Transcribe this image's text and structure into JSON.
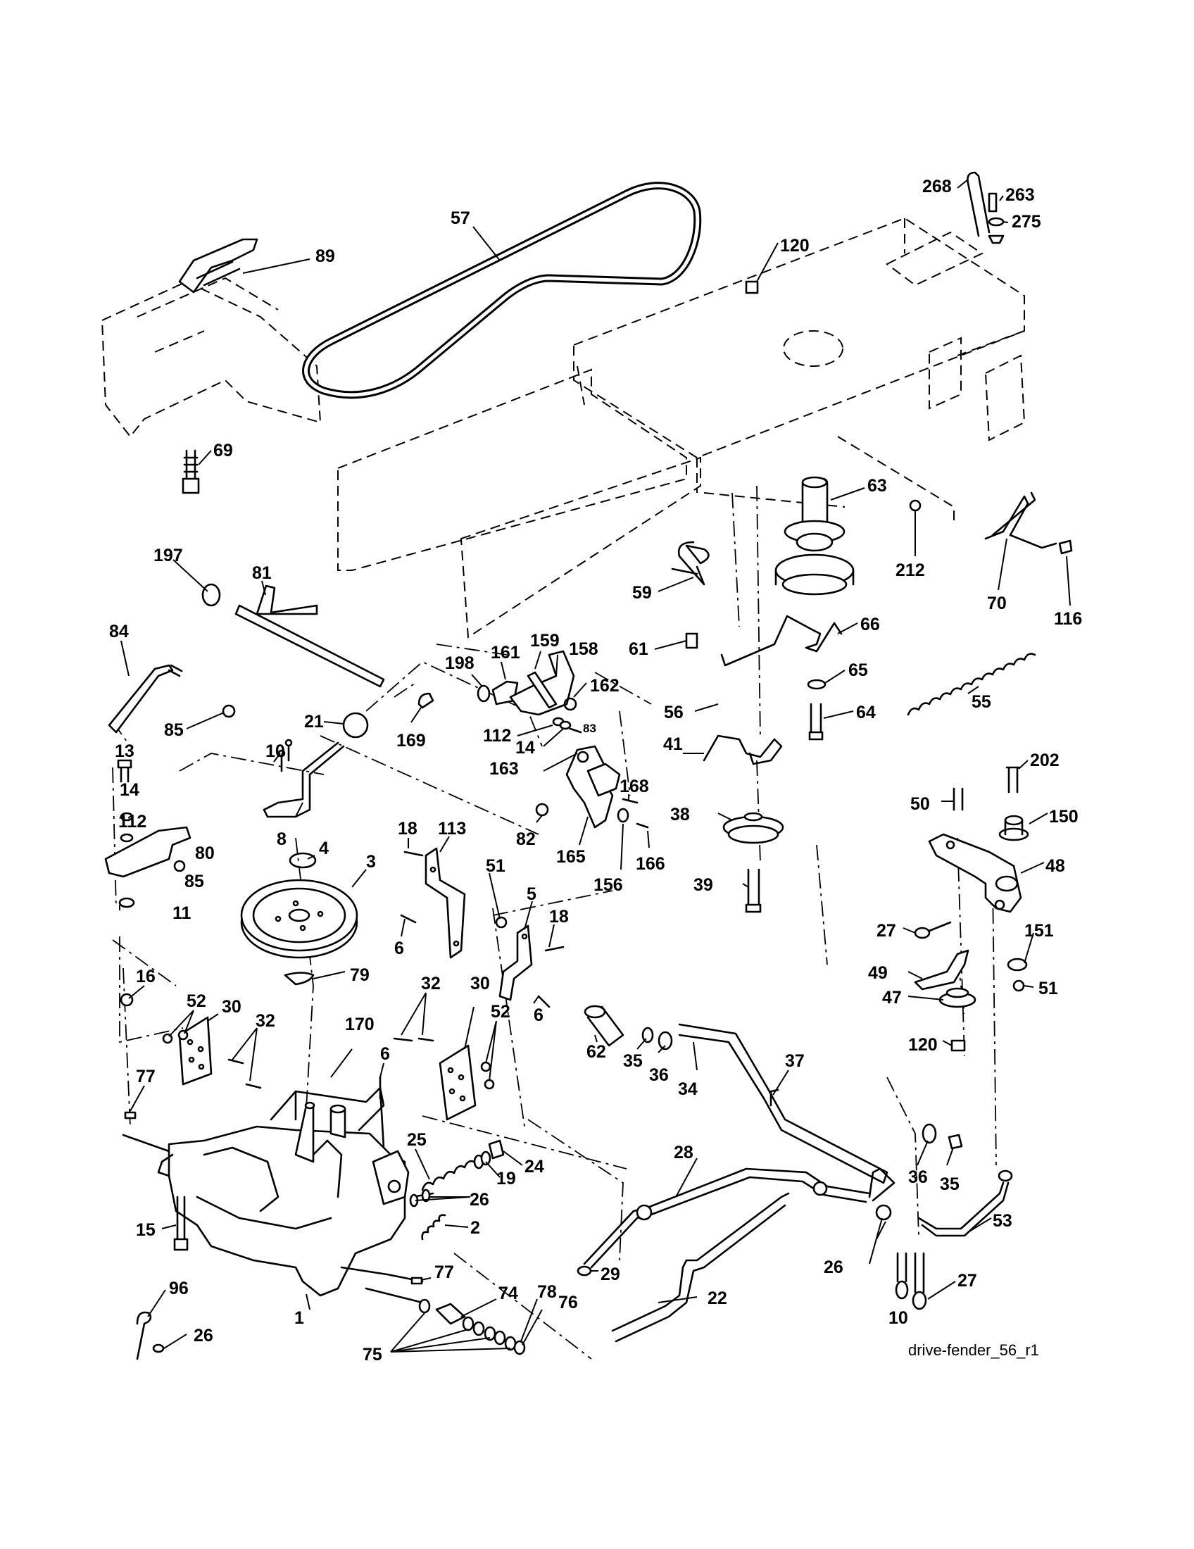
{
  "diagram_code": "drive-fender_56_r1",
  "callouts": {
    "c57": "57",
    "c89": "89",
    "c69": "69",
    "c120a": "120",
    "c268": "268",
    "c263": "263",
    "c275": "275",
    "c63": "63",
    "c212": "212",
    "c70": "70",
    "c116": "116",
    "c197": "197",
    "c81": "81",
    "c59": "59",
    "c61": "61",
    "c66": "66",
    "c65": "65",
    "c64": "64",
    "c55": "55",
    "c84": "84",
    "c85a": "85",
    "c198": "198",
    "c161": "161",
    "c159": "159",
    "c158": "158",
    "c162": "162",
    "c56": "56",
    "c21": "21",
    "c169": "169",
    "c112a": "112",
    "c14a": "14",
    "c83": "83",
    "c163": "163",
    "c41": "41",
    "c10a": "10",
    "c13": "13",
    "c14b": "14",
    "c112b": "112",
    "c80": "80",
    "c85b": "85",
    "c8": "8",
    "c82": "82",
    "c165": "165",
    "c168": "168",
    "c156": "156",
    "c166": "166",
    "c38": "38",
    "c39": "39",
    "c202": "202",
    "c50": "50",
    "c150": "150",
    "c48": "48",
    "c27a": "27",
    "c4": "4",
    "c3": "3",
    "c11": "11",
    "c18a": "18",
    "c113": "113",
    "c51a": "51",
    "c5": "5",
    "c18b": "18",
    "c6a": "6",
    "c6b": "6",
    "c49": "49",
    "c47": "47",
    "c151": "151",
    "c51b": "51",
    "c120b": "120",
    "c79": "79",
    "c16": "16",
    "c52a": "52",
    "c30a": "30",
    "c32a": "32",
    "c170": "170",
    "c32b": "32",
    "c30b": "30",
    "c52b": "52",
    "c62": "62",
    "c35a": "35",
    "c36a": "36",
    "c34": "34",
    "c37": "37",
    "c77a": "77",
    "c6c": "6",
    "c25": "25",
    "c24": "24",
    "c19": "19",
    "c26a": "26",
    "c28": "28",
    "c36b": "36",
    "c35b": "35",
    "c53": "53",
    "c15": "15",
    "c2": "2",
    "c77b": "77",
    "c29": "29",
    "c26b": "26",
    "c96": "96",
    "c1": "1",
    "c74": "74",
    "c78": "78",
    "c76": "76",
    "c22": "22",
    "c10b": "10",
    "c27b": "27",
    "c26c": "26",
    "c75": "75"
  }
}
